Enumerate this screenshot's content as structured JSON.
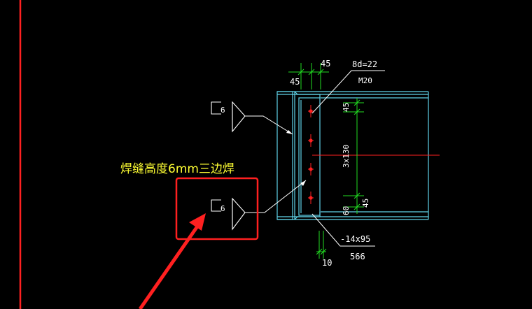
{
  "colors": {
    "background": "#000000",
    "frame": "#ff2020",
    "steel": "#5fd3e8",
    "dimension": "#22dd22",
    "text": "#ffffff",
    "bolt": "#ff2020",
    "annotation_text": "#ffff33",
    "annotation_box": "#ff2020",
    "arrow": "#ff2020"
  },
  "annotation": {
    "text": "焊缝高度6mm三边焊"
  },
  "weld_symbols": [
    {
      "size": "6"
    },
    {
      "size": "6"
    }
  ],
  "bolt_callout": {
    "line1": "8d=22",
    "line2": "M20"
  },
  "dimensions": {
    "left_45": "45",
    "top_45": "45",
    "top_offset": "45",
    "spacing": "3x130",
    "bottom_45": "45",
    "bottom_60": "60",
    "bottom_10": "10"
  },
  "plate_callout": {
    "line1": "-14x95",
    "line2": "566"
  },
  "bolts_count": 4
}
